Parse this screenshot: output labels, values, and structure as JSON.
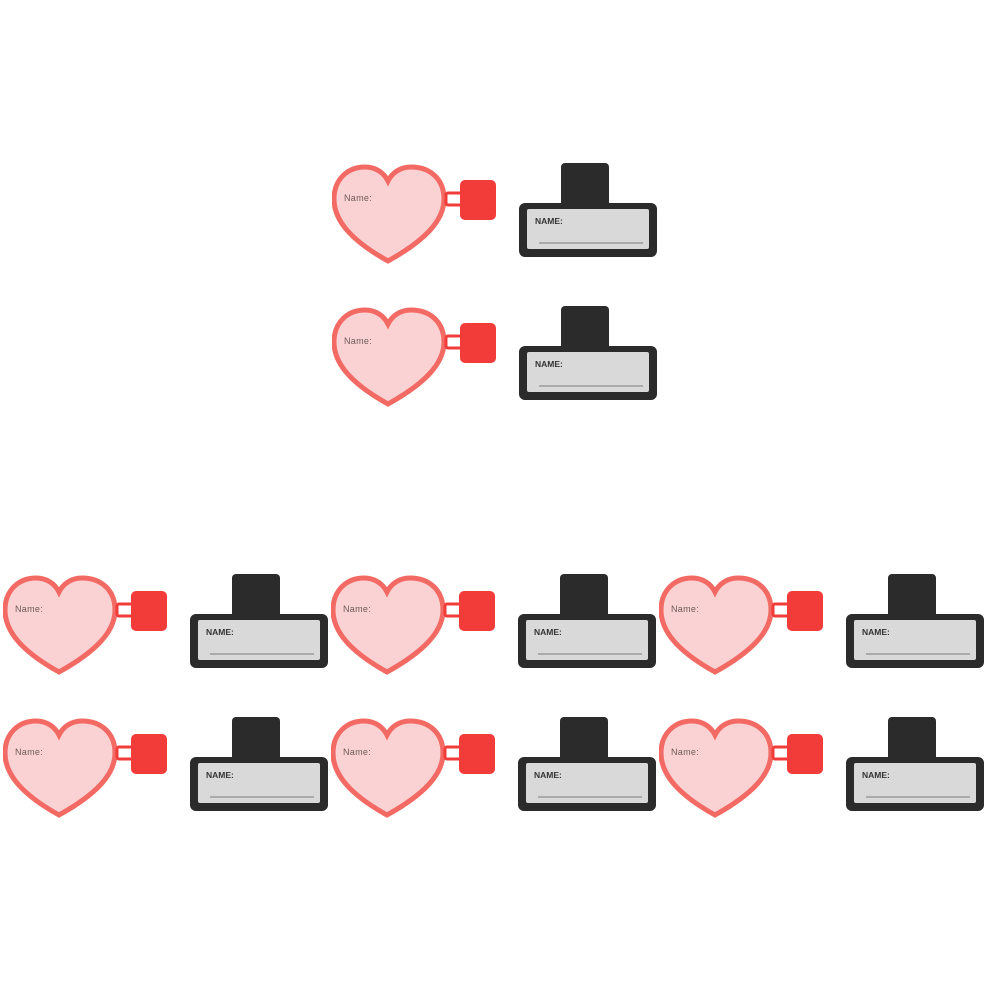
{
  "colors": {
    "heart_border": "#f26a63",
    "heart_fill": "#fbd2d3",
    "clip_red": "#f23c3a",
    "tag_frame": "#2b2b2b",
    "tag_label_bg": "#d9d9d9"
  },
  "heart_tag": {
    "label": "Name:"
  },
  "rect_tag": {
    "label": "NAME:"
  },
  "items": [
    {
      "heart_label": "Name:",
      "rect_label": "NAME:"
    },
    {
      "heart_label": "Name:",
      "rect_label": "NAME:"
    },
    {
      "heart_label": "Name:",
      "rect_label": "NAME:"
    },
    {
      "heart_label": "Name:",
      "rect_label": "NAME:"
    },
    {
      "heart_label": "Name:",
      "rect_label": "NAME:"
    },
    {
      "heart_label": "Name:",
      "rect_label": "NAME:"
    },
    {
      "heart_label": "Name:",
      "rect_label": "NAME:"
    },
    {
      "heart_label": "Name:",
      "rect_label": "NAME:"
    }
  ]
}
